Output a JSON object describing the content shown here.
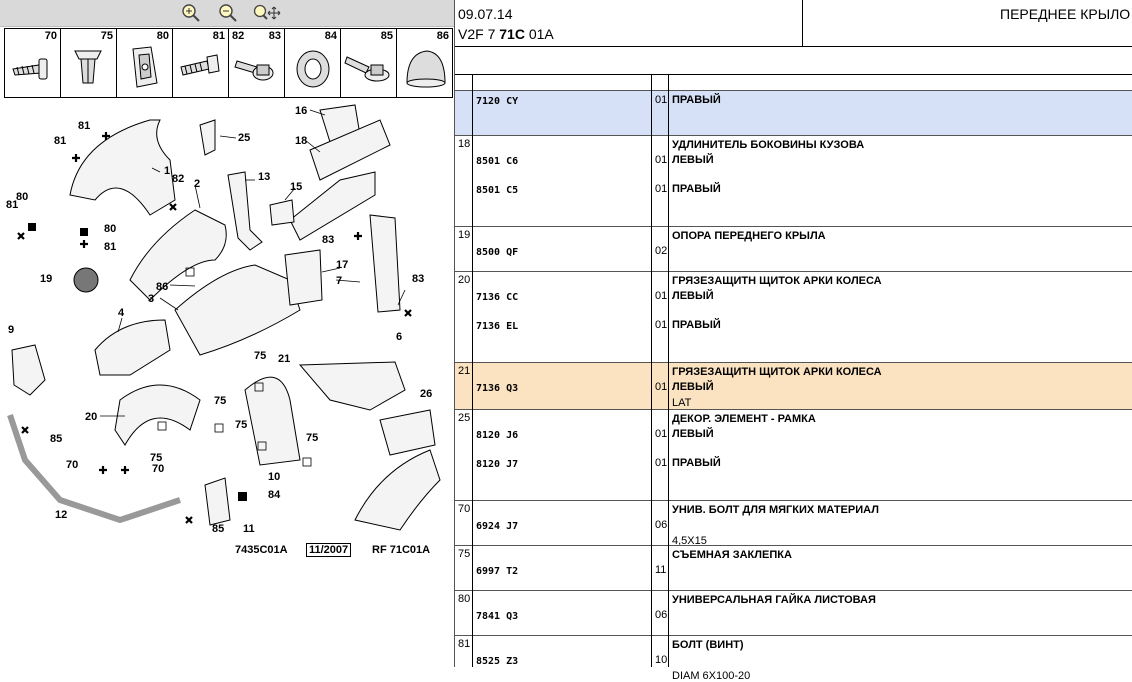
{
  "toolbar": {
    "zoom_in": "zoom-in",
    "zoom_out": "zoom-out",
    "pan": "pan"
  },
  "parts_bar": [
    "70",
    "75",
    "80",
    "81",
    "82",
    "83",
    "84",
    "85",
    "86"
  ],
  "callouts": {
    "c1": "1",
    "c2": "2",
    "c3": "3",
    "c4": "4",
    "c6": "6",
    "c7": "7",
    "c9": "9",
    "c10": "10",
    "c11": "11",
    "c12": "12",
    "c13": "13",
    "c15": "15",
    "c16": "16",
    "c17": "17",
    "c18": "18",
    "c19": "19",
    "c20": "20",
    "c21": "21",
    "c25": "25",
    "c26": "26",
    "c70a": "70",
    "c70b": "70",
    "c75a": "75",
    "c75b": "75",
    "c75c": "75",
    "c75d": "75",
    "c75e": "75",
    "c80a": "80",
    "c80b": "80",
    "c81a": "81",
    "c81b": "81",
    "c81c": "81",
    "c81d": "81",
    "c82": "82",
    "c83a": "83",
    "c83b": "83",
    "c84": "84",
    "c85a": "85",
    "c85b": "85",
    "c86": "86"
  },
  "footer": {
    "code": "7435C01A",
    "date": "11/2007",
    "ref": "RF 71C01A"
  },
  "header": {
    "date": "09.07.14",
    "ref_prefix": "V2F 7 ",
    "ref_bold": "71C",
    "ref_suffix": " 01A",
    "title": "ПЕРЕДНЕЕ КРЫЛО"
  },
  "rows": [
    {
      "num": "",
      "lines": [
        {
          "code": "7120 CY",
          "qty": "01",
          "text": "ПРАВЫЙ"
        }
      ],
      "extra": ""
    },
    {
      "num": "18",
      "desc": "УДЛИНИТЕЛЬ БОКОВИНЫ КУЗОВА",
      "lines": [
        {
          "code": "8501 C6",
          "qty": "01",
          "text": "ЛЕВЫЙ"
        },
        {
          "code": "8501 C5",
          "qty": "01",
          "text": "ПРАВЫЙ"
        }
      ]
    },
    {
      "num": "19",
      "desc": "ОПОРА ПЕРЕДНЕГО КРЫЛА",
      "lines": [
        {
          "code": "8500 QF",
          "qty": "02",
          "text": ""
        }
      ]
    },
    {
      "num": "20",
      "desc": "ГРЯЗЕЗАЩИТН ЩИТОК АРКИ КОЛЕСА",
      "lines": [
        {
          "code": "7136 CC",
          "qty": "01",
          "text": "ЛЕВЫЙ"
        },
        {
          "code": "7136 EL",
          "qty": "01",
          "text": "ПРАВЫЙ"
        }
      ]
    },
    {
      "num": "21",
      "desc": "ГРЯЗЕЗАЩИТН ЩИТОК АРКИ КОЛЕСА",
      "lines": [
        {
          "code": "7136 Q3",
          "qty": "01",
          "text": "ЛЕВЫЙ"
        }
      ],
      "extra": "LAT"
    },
    {
      "num": "25",
      "desc": "ДЕКОР. ЭЛЕМЕНТ - РАМКА",
      "lines": [
        {
          "code": "8120 J6",
          "qty": "01",
          "text": "ЛЕВЫЙ"
        },
        {
          "code": "8120 J7",
          "qty": "01",
          "text": "ПРАВЫЙ"
        }
      ]
    },
    {
      "num": "70",
      "desc": "УНИВ. БОЛТ ДЛЯ МЯГКИХ МАТЕРИАЛ",
      "lines": [
        {
          "code": "6924 J7",
          "qty": "06",
          "text": ""
        }
      ],
      "extra": "4,5X15"
    },
    {
      "num": "75",
      "desc": "СЪЕМНАЯ ЗАКЛЕПКА",
      "lines": [
        {
          "code": "6997 T2",
          "qty": "11",
          "text": ""
        }
      ]
    },
    {
      "num": "80",
      "desc": "УНИВЕРСАЛЬНАЯ ГАЙКА ЛИСТОВАЯ",
      "lines": [
        {
          "code": "7841 Q3",
          "qty": "06",
          "text": ""
        }
      ]
    },
    {
      "num": "81",
      "desc": "БОЛТ (ВИНТ)",
      "lines": [
        {
          "code": "8525 Z3",
          "qty": "10",
          "text": ""
        }
      ],
      "extra": "DIAM 6X100-20"
    }
  ],
  "colors": {
    "selected_blue": "#d6e1f7",
    "selected_orange": "#fbe3c2",
    "toolbar": "#d9d9d9"
  }
}
